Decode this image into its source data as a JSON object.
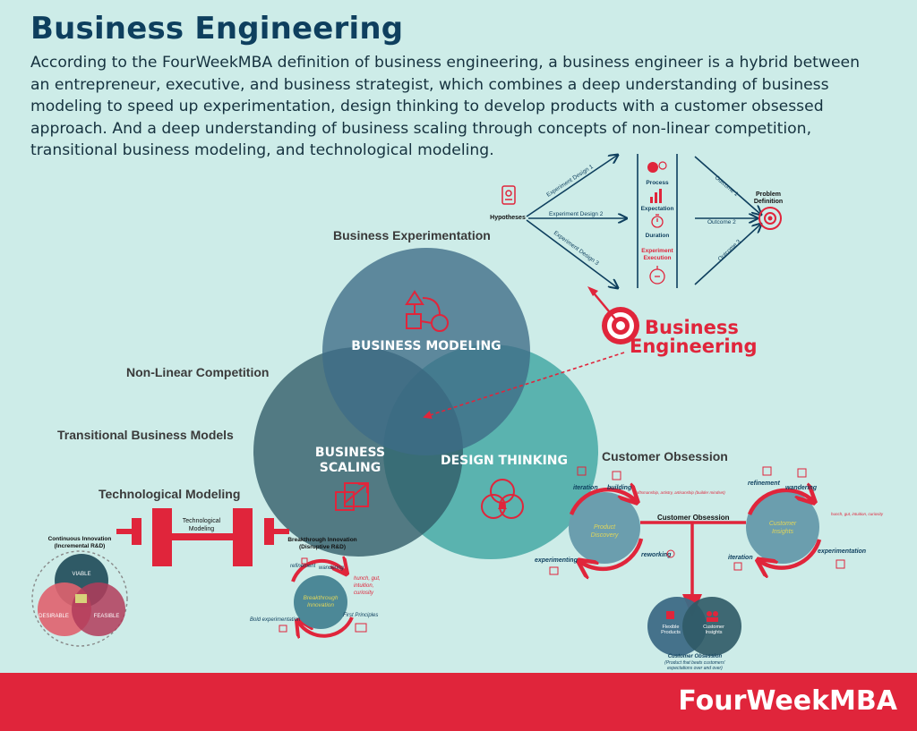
{
  "header": {
    "title": "Business Engineering",
    "intro": "According to the FourWeekMBA definition of business engineering, a business engineer is a hybrid between an entrepreneur, executive, and business strategist, which combines a deep understanding of business modeling to speed up experimentation, design thinking to develop products with a customer obsessed approach. And a deep understanding of business scaling through concepts of non-linear competition, transitional business modeling, and technological modeling."
  },
  "colors": {
    "background": "#cdece8",
    "accent_red": "#e0253b",
    "navy": "#0e3f5e",
    "circle_modeling": "#3d6c86",
    "circle_scaling": "#2f5a66",
    "circle_design": "#45a9a4"
  },
  "venn": {
    "modeling_label": "BUSINESS MODELING",
    "scaling_label_line1": "BUSINESS",
    "scaling_label_line2": "SCALING",
    "design_label": "DESIGN THINKING"
  },
  "side_labels": {
    "experimentation": "Business Experimentation",
    "non_linear": "Non-Linear Competition",
    "transitional": "Transitional Business Models",
    "technological": "Technological Modeling",
    "customer_obsession": "Customer Obsession"
  },
  "experiment": {
    "hypotheses": "Hypotheses",
    "designs": [
      "Experiment Design 1",
      "Experiment Design 2",
      "Experiment Design 3"
    ],
    "steps": [
      "Process",
      "Expectation",
      "Duration",
      "Experiment",
      "Execution"
    ],
    "outcomes": [
      "Outcome 1",
      "Outcome 2",
      "Outcome 3"
    ],
    "problem_line1": "Problem",
    "problem_line2": "Definition"
  },
  "center_title": {
    "line1": "Business",
    "line2": "Engineering"
  },
  "tech_model": {
    "center_line1": "Technological",
    "center_line2": "Modeling",
    "left_line1": "Continuous Innovation",
    "left_line2": "(Incremental R&D)",
    "right_line1": "Breakthrough Innovation",
    "right_line2": "(Disruptive R&D)"
  },
  "small_venn": {
    "viable": "VIABLE",
    "desirable": "DESIRABLE",
    "feasible": "FEASIBLE"
  },
  "breakthrough": {
    "center_line1": "Breakthrough",
    "center_line2": "Innovation",
    "refinement": "refinement",
    "wandering": "wandering",
    "hunch_line1": "hunch, gut,",
    "hunch_line2": "intuition,",
    "hunch_line3": "curiosity",
    "bold": "Bold experimentation",
    "first_principles": "First Principles"
  },
  "customer": {
    "product_discovery_line1": "Product",
    "product_discovery_line2": "Discovery",
    "customer_insights_line1": "Customer",
    "customer_insights_line2": "Insights",
    "iteration": "iteration",
    "building": "building",
    "craft": "craftsmanship, artistry, artisanship (builder mindset)",
    "reworking": "reworking",
    "experimenting": "experimenting",
    "obsession_bar": "Customer Obsession",
    "refinement": "refinement",
    "wandering": "wandering",
    "hunch": "hunch, gut, intuition, curiosity",
    "iteration2": "iteration",
    "experimentation": "experimentation",
    "flexible": "Flexible",
    "products": "Products",
    "cust_ins_line1": "Customer",
    "cust_ins_line2": "Insights",
    "bottom_line1": "Customer Obsession",
    "bottom_line2": "(Product that beats customers'",
    "bottom_line3": "expectations over and over)"
  },
  "footer": {
    "brand": "FourWeekMBA"
  }
}
